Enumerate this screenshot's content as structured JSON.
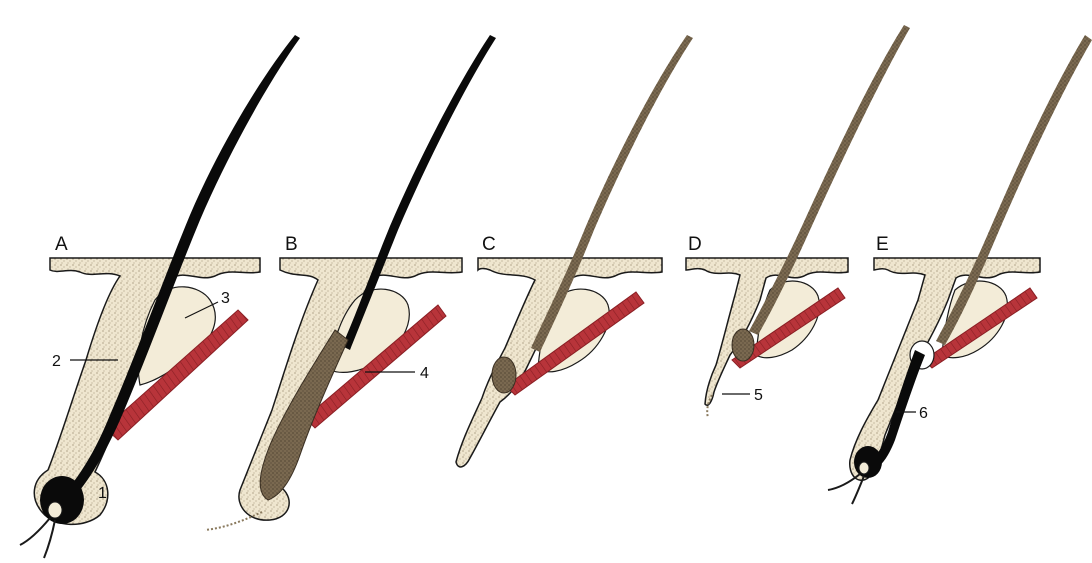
{
  "panels": [
    {
      "letter": "A"
    },
    {
      "letter": "B"
    },
    {
      "letter": "C"
    },
    {
      "letter": "D"
    },
    {
      "letter": "E"
    }
  ],
  "labels": {
    "l1": "1",
    "l2": "2",
    "l3": "3",
    "l4": "4",
    "l5": "5",
    "l6": "6"
  },
  "colors": {
    "skin": "#efe6cf",
    "stipple": "#8a7a5e",
    "hair_black": "#0a0a0a",
    "hair_brown": "#6b5a45",
    "muscle": "#b8343a",
    "outline": "#1a1a1a"
  }
}
